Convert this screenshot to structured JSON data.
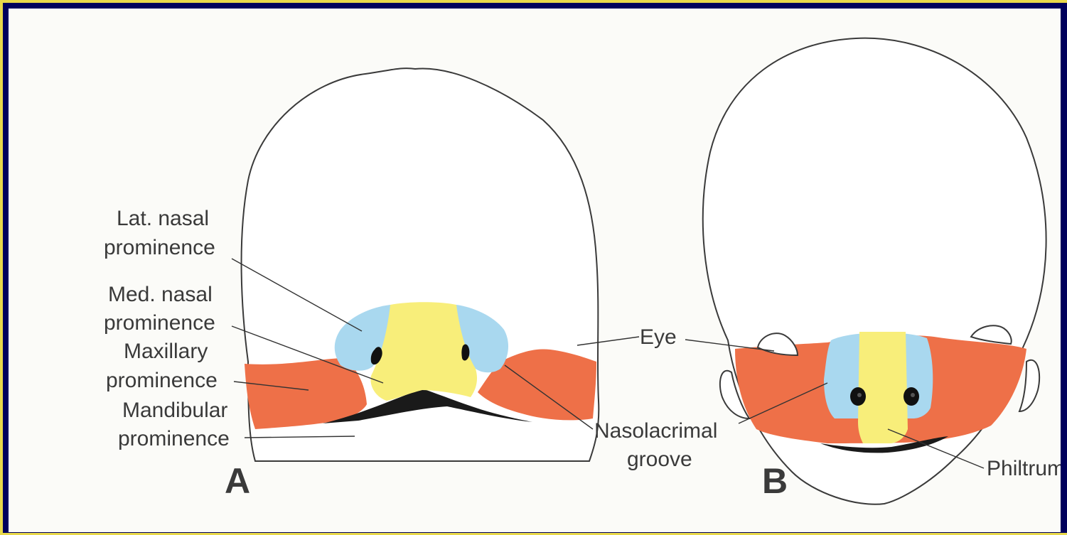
{
  "labels": {
    "lat_nasal": [
      "Lat. nasal",
      "prominence"
    ],
    "med_nasal": [
      "Med. nasal",
      "prominence"
    ],
    "maxillary": [
      "Maxillary",
      "prominence"
    ],
    "mandibular": [
      "Mandibular",
      "prominence"
    ],
    "eye": "Eye",
    "nasolacrimal": [
      "Nasolacrimal",
      "groove"
    ],
    "philtrum": "Philtrum",
    "panel_a": "A",
    "panel_b": "B"
  },
  "colors": {
    "frame": "#e8d84a",
    "background": "#00005c",
    "lateral_nasal": "#a9d8ef",
    "medial_nasal": "#f8ee7a",
    "maxillary": "#ee7048",
    "mouth": "#1a1a1a"
  }
}
